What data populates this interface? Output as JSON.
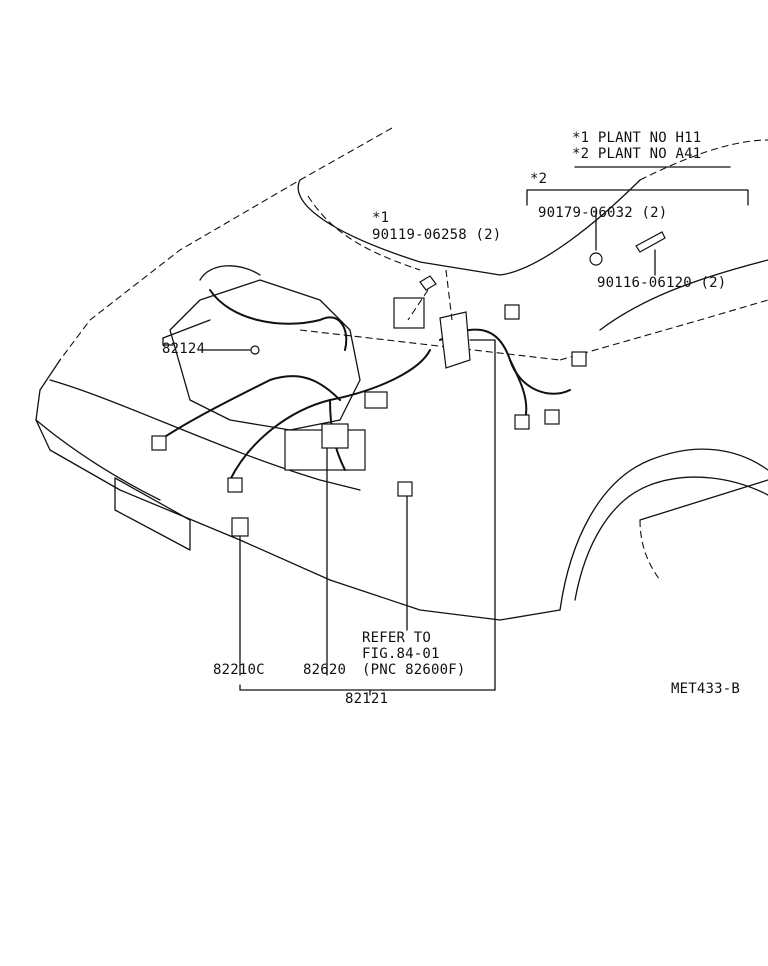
{
  "notes": {
    "note1": "*1 PLANT NO H11",
    "note2": "*2 PLANT NO A41"
  },
  "callouts": {
    "mark1": "*1",
    "mark2": "*2",
    "p90119": "90119-06258 (2)",
    "p90179": "90179-06032 (2)",
    "p90116": "90116-06120 (2)",
    "p82124": "82124",
    "refer1": "REFER TO",
    "refer2": "FIG.84-01",
    "refer3": "(PNC 82600F)",
    "p82210c": "82210C",
    "p82620": "82620",
    "p82121": "82121"
  },
  "figure_id": "MET433-B"
}
